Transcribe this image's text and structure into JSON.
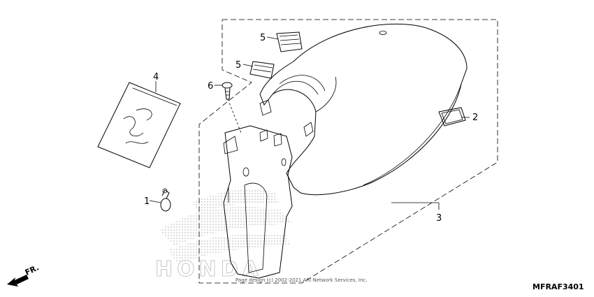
{
  "diagram": {
    "part_code": "MFRAF3401",
    "direction_label": "FR.",
    "copyright": "Page design (c) 2002-2021 ARI Network Services, Inc.",
    "watermark": "HONDA",
    "callouts": [
      {
        "id": "1",
        "label": "1"
      },
      {
        "id": "2",
        "label": "2"
      },
      {
        "id": "3",
        "label": "3"
      },
      {
        "id": "4",
        "label": "4"
      },
      {
        "id": "5a",
        "label": "5"
      },
      {
        "id": "5b",
        "label": "5"
      },
      {
        "id": "6",
        "label": "6"
      }
    ]
  }
}
